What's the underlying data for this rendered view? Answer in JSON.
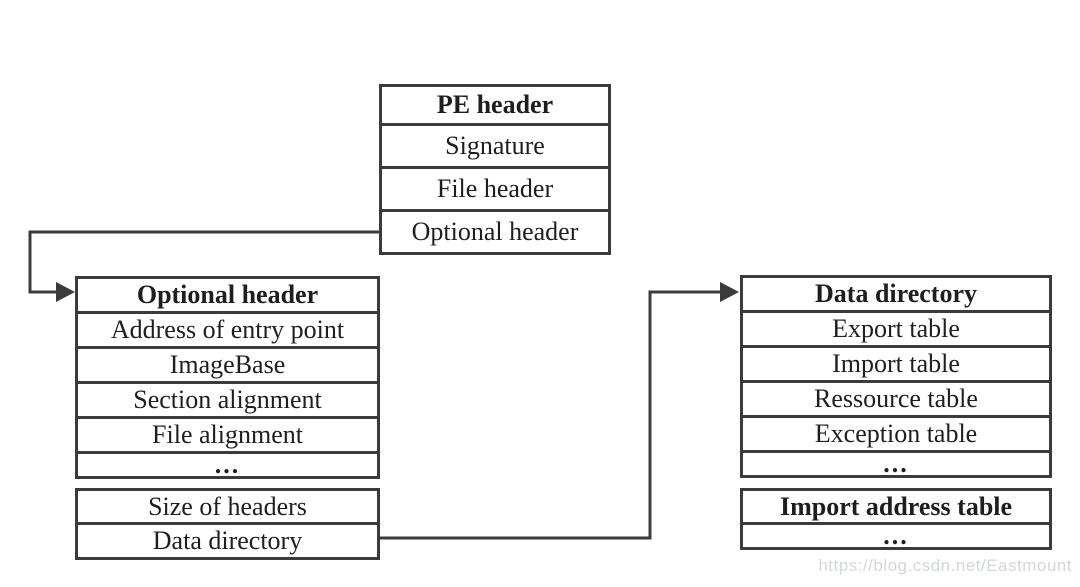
{
  "diagram": {
    "line_color": "#3b3b3b",
    "text_color": "#1e1e1e",
    "background_color": "#ffffff"
  },
  "pe_header_table": {
    "title": "PE header",
    "rows": [
      "Signature",
      "File header",
      "Optional header"
    ]
  },
  "optional_header_table": {
    "title": "Optional header",
    "rows": [
      "Address of entry point",
      "ImageBase",
      "Section alignment",
      "File alignment",
      "..."
    ],
    "rows2": [
      "Size of headers",
      "Data directory"
    ]
  },
  "data_directory_table": {
    "title": "Data directory",
    "rows": [
      "Export table",
      "Import table",
      "Ressource table",
      "Exception table",
      "..."
    ],
    "rows2": [
      "Import address table",
      "..."
    ]
  },
  "watermark": "https://blog.csdn.net/Eastmount"
}
